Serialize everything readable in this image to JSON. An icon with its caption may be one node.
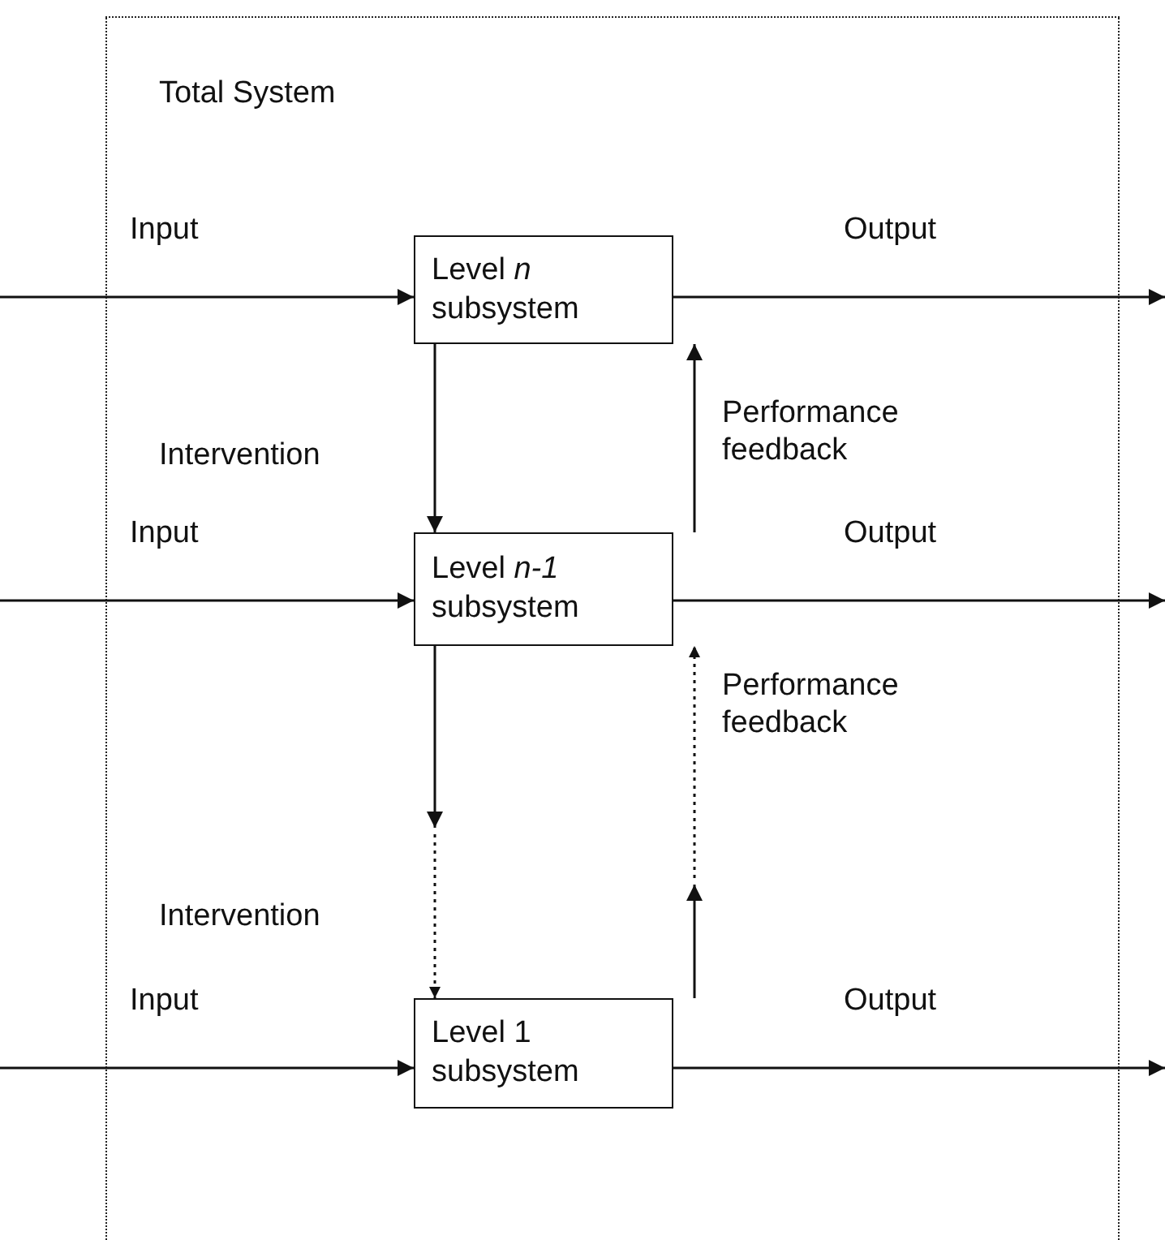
{
  "diagram": {
    "nodes": [
      {
        "text": [
          "Total System"
        ]
      },
      {
        "text": [
          "Level *n* subsystem"
        ],
        "in": 0
      },
      {
        "text": [
          "Level *n-1* subsystem"
        ],
        "in": 0
      },
      {
        "text": [
          "Level  1 subsystem"
        ],
        "in": 0
      }
    ],
    "edges": [
      {
        "from": null,
        "to": 1,
        "arrow": "to",
        "label": "Input"
      },
      {
        "from": 1,
        "to": null,
        "arrow": "to",
        "label": "Output"
      },
      {
        "from": 1,
        "to": 2,
        "arrow": "to",
        "label": "Intervention"
      },
      {
        "from": 2,
        "to": 1,
        "arrow": "to",
        "label": "Performance feedback"
      },
      {
        "from": null,
        "to": 2,
        "arrow": "to",
        "label": "Input"
      },
      {
        "from": 2,
        "to": null,
        "arrow": "to",
        "label": "Output"
      },
      {
        "from": 2,
        "to": 3,
        "arrow": "to",
        "label": "Intervention",
        "style": "dashed"
      },
      {
        "from": 3,
        "to": 2,
        "arrow": "to",
        "label": "Performance feedback",
        "style": "dashed"
      },
      {
        "from": null,
        "to": 3,
        "arrow": "to",
        "label": "Input"
      },
      {
        "from": 3,
        "to": null,
        "arrow": "to",
        "label": "Output"
      }
    ]
  }
}
